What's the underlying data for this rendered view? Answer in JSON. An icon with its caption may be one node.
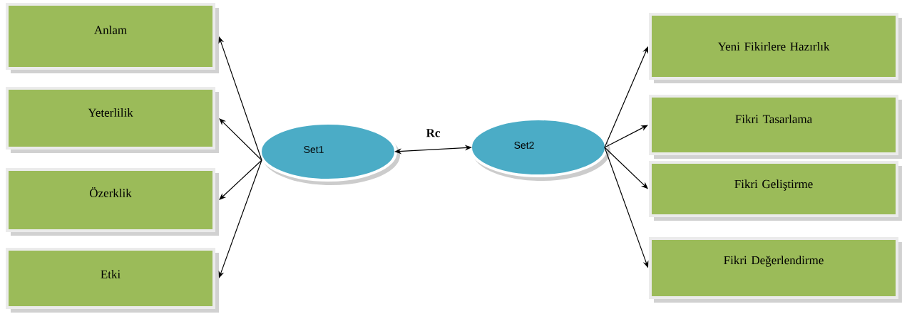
{
  "diagram": {
    "nodes": [
      {
        "text": [
          "Anlam"
        ]
      },
      {
        "text": [
          "Yeterlilik"
        ]
      },
      {
        "text": [
          "Özerklik"
        ]
      },
      {
        "text": [
          "Etki"
        ]
      },
      {
        "text": [
          "Set1"
        ]
      },
      {
        "text": [
          "Set2"
        ]
      },
      {
        "text": [
          "Yeni Fikirlere Hazırlık"
        ]
      },
      {
        "text": [
          "Fikri Tasarlama"
        ]
      },
      {
        "text": [
          "Fikri Geliştirme"
        ]
      },
      {
        "text": [
          "Fikri Değerlendirme"
        ]
      }
    ],
    "edges": [
      {
        "from": 4,
        "to": 0,
        "arrow": "to"
      },
      {
        "from": 4,
        "to": 1,
        "arrow": "to"
      },
      {
        "from": 4,
        "to": 2,
        "arrow": "to"
      },
      {
        "from": 4,
        "to": 3,
        "arrow": "to"
      },
      {
        "from": 4,
        "to": 5,
        "arrow": "both",
        "label": "Rc"
      },
      {
        "from": 5,
        "to": 6,
        "arrow": "to"
      },
      {
        "from": 5,
        "to": 7,
        "arrow": "to"
      },
      {
        "from": 5,
        "to": 8,
        "arrow": "to"
      },
      {
        "from": 5,
        "to": 9,
        "arrow": "to"
      }
    ]
  }
}
